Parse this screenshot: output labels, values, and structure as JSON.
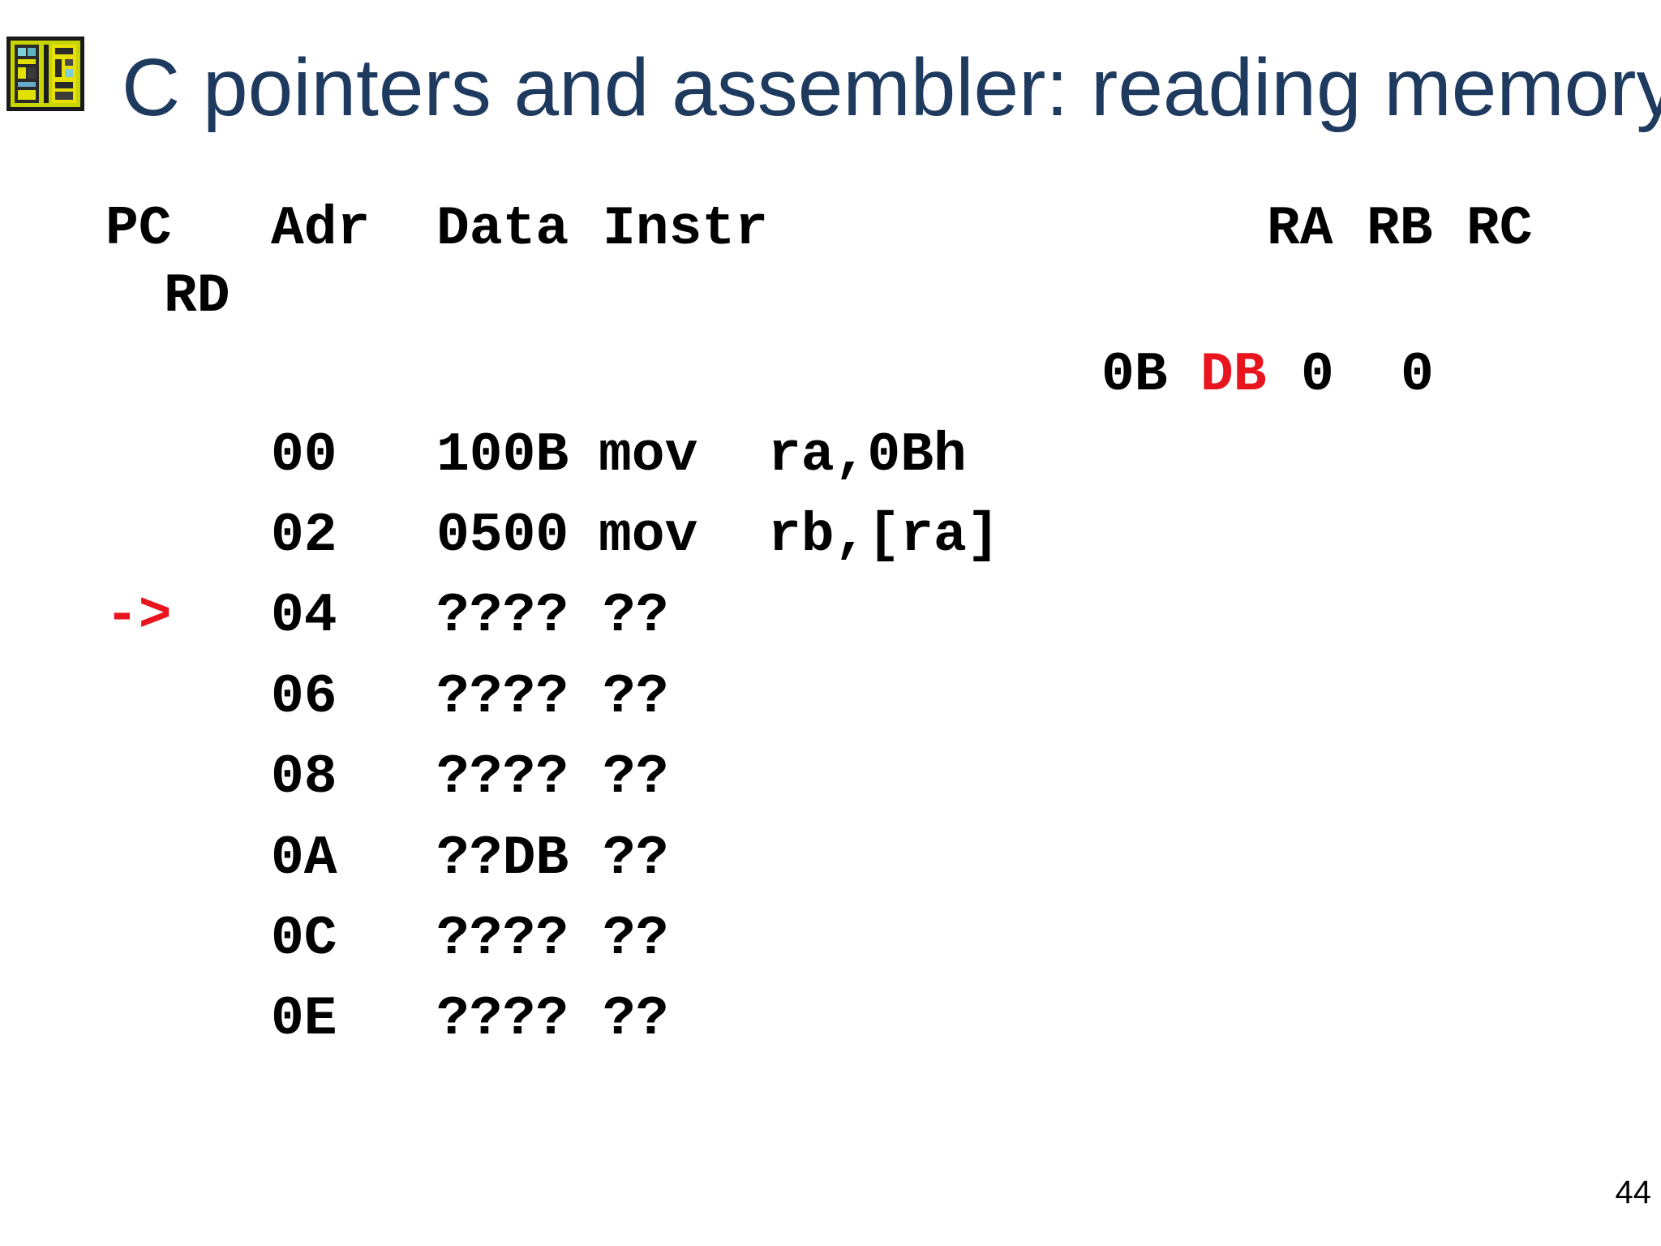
{
  "title": "C pointers and assembler: reading memory",
  "colors": {
    "title": "#1f3a5f",
    "highlight": "#e8141e",
    "text": "#000000"
  },
  "logo_icon": "chip-icon",
  "headers": {
    "pc": "PC",
    "adr": "Adr",
    "data": "Data",
    "instr": "Instr",
    "ra": "RA",
    "rb": "RB",
    "rc": "RC",
    "rd": "RD"
  },
  "registers": {
    "ra": "0B",
    "rb": "DB",
    "rc": "0",
    "rd": "0"
  },
  "pc_marker": "->",
  "rows": [
    {
      "adr": "00",
      "data": "100B",
      "op": "mov",
      "args": "ra,0Bh"
    },
    {
      "adr": "02",
      "data": "0500",
      "op": "mov",
      "args": "rb,[ra]"
    },
    {
      "adr": "04",
      "data": "????",
      "op": "??",
      "args": ""
    },
    {
      "adr": "06",
      "data": "????",
      "op": "??",
      "args": ""
    },
    {
      "adr": "08",
      "data": "????",
      "op": "??",
      "args": ""
    },
    {
      "adr": "0A",
      "data": "??DB",
      "op": "??",
      "args": ""
    },
    {
      "adr": "0C",
      "data": "????",
      "op": "??",
      "args": ""
    },
    {
      "adr": "0E",
      "data": "????",
      "op": "??",
      "args": ""
    }
  ],
  "page_number": "44"
}
